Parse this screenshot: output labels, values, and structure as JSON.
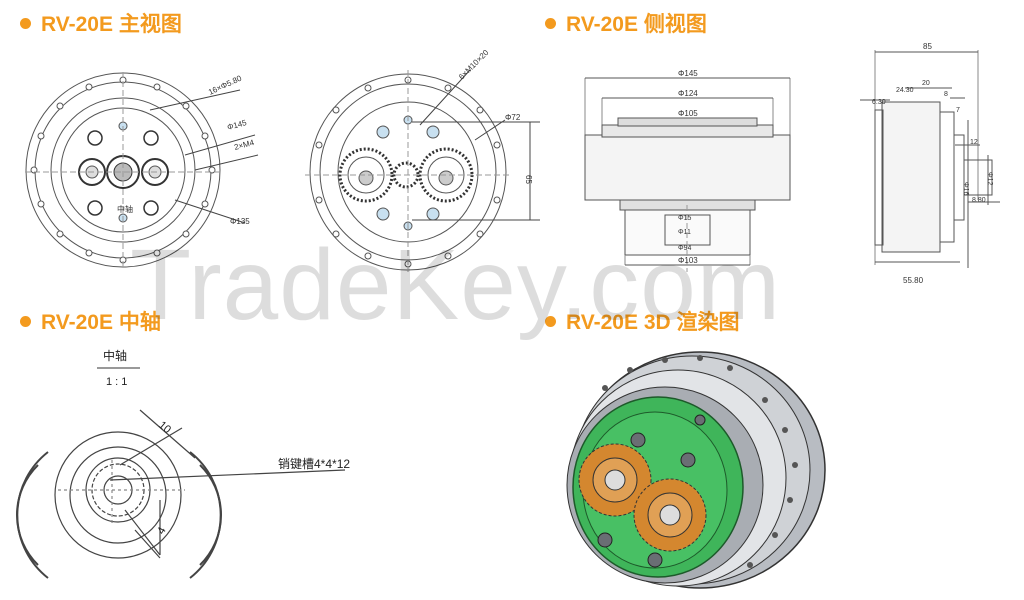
{
  "headings": {
    "front_view": "RV-20E 主视图",
    "side_view": "RV-20E 侧视图",
    "center_shaft": "RV-20E 中轴",
    "render_3d": "RV-20E 3D 渲染图"
  },
  "front_view": {
    "labels": {
      "holes": "16×Φ5.80",
      "d145": "Φ145",
      "m4": "2×M4",
      "shaft": "中轴",
      "d135": "Φ135",
      "m10": "6×M10×20",
      "d72": "Φ72",
      "h65": "65"
    }
  },
  "side_view": {
    "labels": {
      "d145": "Φ145",
      "d124": "Φ124",
      "d105": "Φ105",
      "d15": "Φ15",
      "d11": "Φ11",
      "d94": "Φ94",
      "d103": "Φ103",
      "w85": "85",
      "w20": "20",
      "w24": "24.30",
      "w8": "8",
      "w6": "6.30",
      "w7": "7",
      "w12": "12",
      "d16": "Φ16",
      "d12": "Φ12",
      "w880": "8.80",
      "w5580": "55.80"
    }
  },
  "center_shaft": {
    "labels": {
      "title": "中轴",
      "scale": "1 : 1",
      "d10": "10",
      "d4": "4",
      "keyway": "销键槽4*4*12"
    }
  },
  "watermark": "TradeKey.com",
  "colors": {
    "accent": "#f39a1e",
    "green": "#3fb55a",
    "gear": "#d4872f",
    "housing": "#c9cbcf"
  }
}
